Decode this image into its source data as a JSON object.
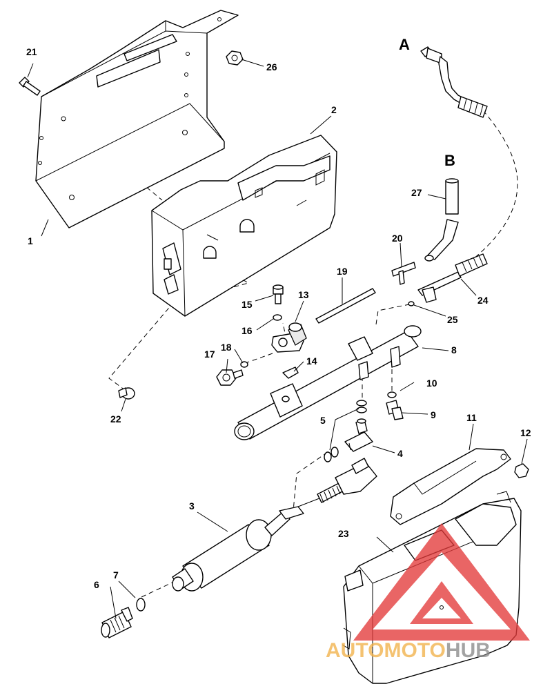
{
  "section_labels": {
    "a": "A",
    "b": "B"
  },
  "callouts": {
    "c1": "1",
    "c2": "2",
    "c3": "3",
    "c4": "4",
    "c5": "5",
    "c6": "6",
    "c7": "7",
    "c8": "8",
    "c9": "9",
    "c10": "10",
    "c11": "11",
    "c12": "12",
    "c13": "13",
    "c14": "14",
    "c15": "15",
    "c16": "16",
    "c17": "17",
    "c18": "18",
    "c19": "19",
    "c20": "20",
    "c21": "21",
    "c22": "22",
    "c23": "23",
    "c24": "24",
    "c25": "25",
    "c26": "26",
    "c27": "27"
  },
  "watermark": {
    "part1": "AUTO",
    "part2": "MOTO",
    "part3": "HUB",
    "color_orange": "#f2b24a",
    "color_gray": "#8a8a8a",
    "color_red": "#e33a3a"
  }
}
